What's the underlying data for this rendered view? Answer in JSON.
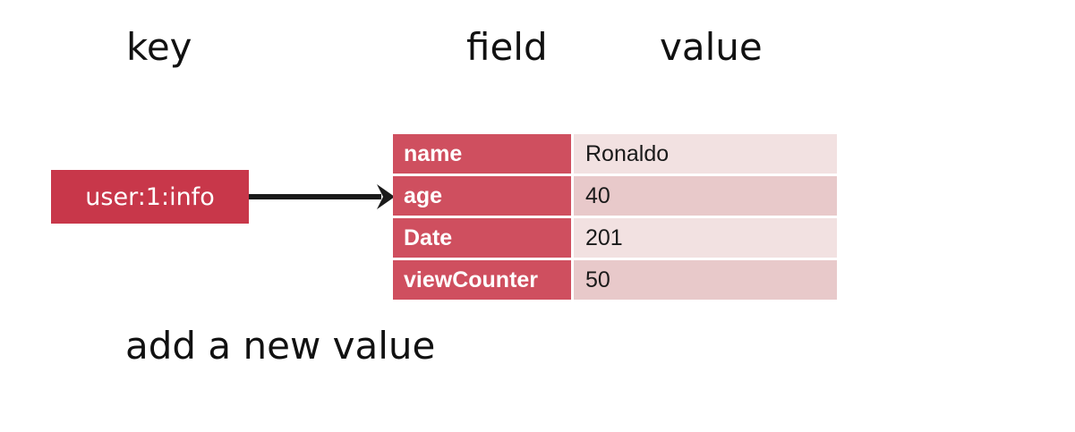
{
  "headings": {
    "key": "key",
    "field": "field",
    "value": "value"
  },
  "key_name": "user:1:info",
  "hash": [
    {
      "field": "name",
      "value": "Ronaldo"
    },
    {
      "field": "age",
      "value": "40"
    },
    {
      "field": "Date",
      "value": "201"
    },
    {
      "field": "viewCounter",
      "value": "50"
    }
  ],
  "footer": "add a new value",
  "colors": {
    "key_box": "#c8374a",
    "field_cell": "#cf4f5f",
    "value_cell_light": "#f2e1e1",
    "value_cell_dark": "#e8c9ca",
    "arrow": "#1a1a1a"
  }
}
